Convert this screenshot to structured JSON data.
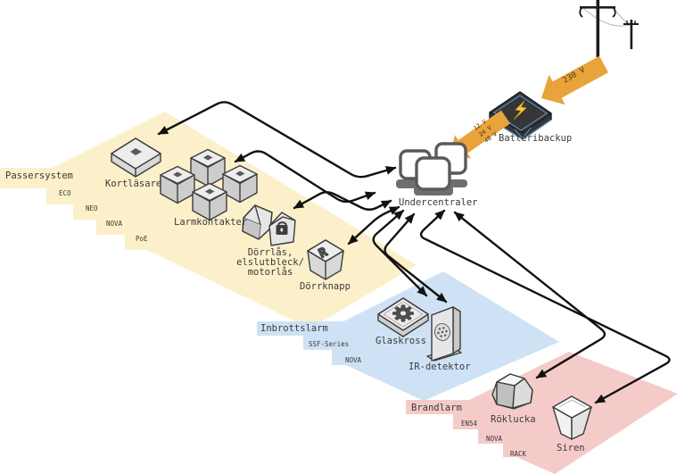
{
  "diagram": {
    "regions": {
      "passersystem": {
        "label": "Passersystem",
        "tags": [
          "ECO",
          "NEO",
          "NOVA",
          "PoE"
        ],
        "color": "#fbf0c9"
      },
      "inbrottslarm": {
        "label": "Inbrottslarm",
        "tags": [
          "SSF-Series",
          "NOVA"
        ],
        "color": "#cfe2f5"
      },
      "brandlarm": {
        "label": "Brandlarm",
        "tags": [
          "EN54",
          "NOVA",
          "RACK"
        ],
        "color": "#f5cbca"
      }
    },
    "devices": {
      "kortlasare": "Kortläsare",
      "larmkontakter": "Larmkontakter",
      "dorrlas_line1": "Dörrlås,",
      "dorrlas_line2": "elslutbleck/",
      "dorrlas_line3": "motorlås",
      "dorrknapp": "Dörrknapp",
      "glaskross": "Glaskross",
      "ir_detektor": "IR-detektor",
      "roklucka": "Röklucka",
      "siren": "Siren"
    },
    "hub": {
      "label": "Undercentraler"
    },
    "power": {
      "mains_label": "230 V",
      "battery_label": "Batteribackup",
      "dc_labels": [
        "12 V",
        "24 V",
        "48 V"
      ],
      "arrow_color": "#e9a33b"
    },
    "icons": {
      "kortlasare": "card-reader-box-icon",
      "larmkontakter": "four-contact-cubes-icon",
      "dorrlas": "door-lock-wedges-icon",
      "dorrknapp": "request-exit-button-icon",
      "glaskross": "glass-break-gear-icon",
      "ir_detektor": "ir-motion-detector-icon",
      "roklucka": "smoke-vent-dome-icon",
      "siren": "siren-horn-icon",
      "undercentraler": "controller-panels-icon",
      "batteribackup": "battery-backup-slab-icon",
      "power_poles": "utility-poles-icon"
    },
    "colors": {
      "connector": "#111111",
      "battery_wireframe": "#5b9bd5",
      "battery_bolt": "#ffc83d",
      "icon_outline": "#3d3d3d"
    }
  }
}
